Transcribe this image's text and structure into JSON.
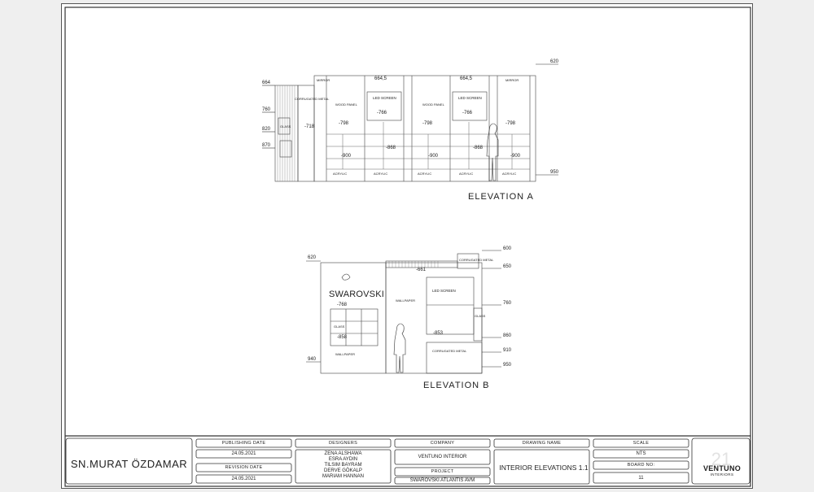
{
  "elevation_a": {
    "title": "ELEVATION A",
    "levels": [
      "620",
      "664",
      "760",
      "820",
      "870",
      "950"
    ],
    "dims": [
      "664,5",
      "664,5",
      "-718",
      "-798",
      "-766",
      "-798",
      "-766",
      "-798",
      "-868",
      "-900",
      "-900",
      "-868",
      "-900"
    ],
    "materials": [
      "MIRROR",
      "WOOD PANEL",
      "LED SCREEN",
      "ACRYLIC",
      "CORRUGATED METAL",
      "GLASS"
    ]
  },
  "elevation_b": {
    "title": "ELEVATION B",
    "levels": [
      "620",
      "600",
      "650",
      "760",
      "860",
      "910",
      "950",
      "940"
    ],
    "dims": [
      "-768",
      "-858",
      "-661",
      "-853"
    ],
    "brand": "SWAROVSKI",
    "materials": [
      "WALLPAPER",
      "LED SCREEN",
      "GLASS",
      "CORRUGATED METAL"
    ]
  },
  "title_block": {
    "client": "SN.MURAT ÖZDAMAR",
    "publishing_date_label": "PUBLISHING DATE",
    "publishing_date": "24.05.2021",
    "revision_date_label": "REVISION DATE",
    "revision_date": "24.05.2021",
    "designers_label": "DESIGNERS",
    "designers": [
      "ZENA ALSHAWA",
      "ESRA AYDIN",
      "TILSIM BAYRAM",
      "DERVE GÖKALP",
      "MARIAM HANNAN"
    ],
    "company_label": "COMPANY",
    "company": "VENTUNO INTERIOR",
    "project_label": "PROJECT",
    "project": "SWAROVSKI ATLANTIS AVM",
    "drawing_name_label": "DRAWING NAME",
    "drawing_name": "INTERIOR ELEVATIONS 1.1",
    "scale_label": "SCALE",
    "scale": "NTS",
    "board_label": "BOARD NO:",
    "board": "11",
    "logo": "VENTUNO",
    "logo_sub": "INTERIORS",
    "logo_mark": "21"
  }
}
